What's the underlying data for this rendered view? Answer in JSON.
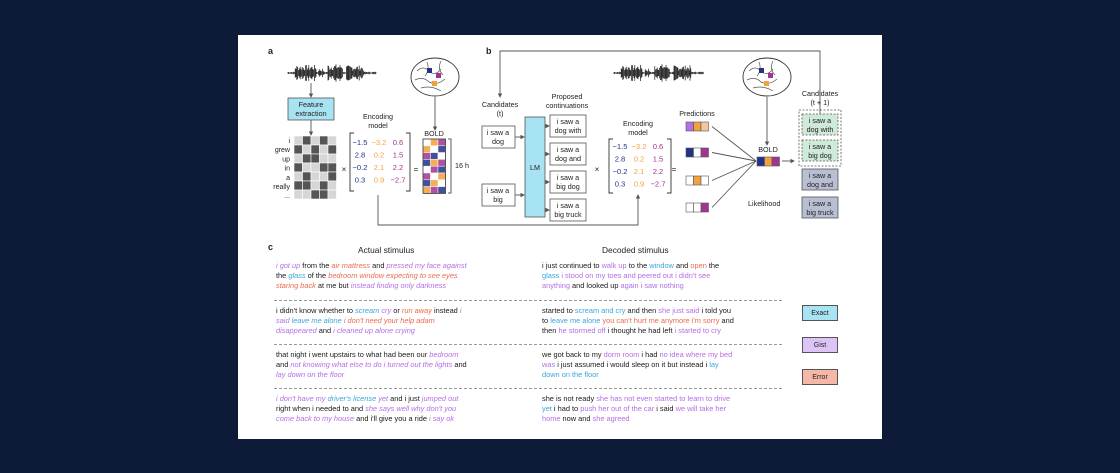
{
  "panel_labels": {
    "a": "a",
    "b": "b",
    "c": "c"
  },
  "panel_a": {
    "feature_extraction": [
      "Feature",
      "extraction"
    ],
    "encoding_model": [
      "Encoding",
      "model"
    ],
    "bold": "BOLD",
    "words": [
      "i",
      "grew",
      "up",
      "in",
      "a",
      "really",
      "..."
    ],
    "times": "×",
    "equals": "=",
    "hours": "16 h",
    "matrix": [
      [
        "−1.5",
        "−3.2",
        "0.6"
      ],
      [
        "2.8",
        "0.2",
        "1.5"
      ],
      [
        "−0.2",
        "2.1",
        "2.2"
      ],
      [
        "0.3",
        "0.9",
        "−2.7"
      ]
    ]
  },
  "panel_b": {
    "candidates": [
      "Candidates",
      "(t)"
    ],
    "proposed": [
      "Proposed",
      "continuations"
    ],
    "encoding_model": [
      "Encoding",
      "model"
    ],
    "predictions": "Predictions",
    "bold": "BOLD",
    "likelihood": "Likelihood",
    "lm": "LM",
    "times": "×",
    "equals": "=",
    "cand_boxes": [
      [
        "i saw a",
        "dog"
      ],
      [
        "i saw a",
        "big"
      ]
    ],
    "cont_boxes": [
      [
        "i saw a",
        "dog with"
      ],
      [
        "i saw a",
        "dog and"
      ],
      [
        "i saw a",
        "big dog"
      ],
      [
        "i saw a",
        "big truck"
      ]
    ],
    "next_header": [
      "Candidates",
      "(t + 1)"
    ],
    "next_boxes": [
      [
        "i saw a",
        "dog with"
      ],
      [
        "i saw a",
        "big dog"
      ],
      [
        "i saw a",
        "dog and"
      ],
      [
        "i saw a",
        "big truck"
      ]
    ],
    "matrix": [
      [
        "−1.5",
        "−3.2",
        "0.6"
      ],
      [
        "2.8",
        "0.2",
        "1.5"
      ],
      [
        "−0.2",
        "2.1",
        "2.2"
      ],
      [
        "0.3",
        "0.9",
        "−2.7"
      ]
    ]
  },
  "colors": {
    "blue": "#3aa6dd",
    "purple": "#b46ee6",
    "red": "#ea6b4d",
    "orange": "#f2a23c",
    "navy": "#22318a",
    "magenta": "#a2338e",
    "feature_box": "#a7e3f2",
    "lm_box": "#a7e3f2",
    "kept_box": "#cfead8",
    "dropped_box": "#b9bfd3",
    "background": "#0d1b38"
  },
  "panel_c": {
    "actual_header": "Actual stimulus",
    "decoded_header": "Decoded stimulus",
    "legend": [
      "Exact",
      "Gist",
      "Error"
    ],
    "rows": [
      {
        "actual": [
          [
            [
              "i got up",
              "purple"
            ],
            [
              " from the ",
              "black"
            ],
            [
              " air mattress",
              "red"
            ],
            [
              " and ",
              "black"
            ],
            [
              "pressed my face against",
              "purple"
            ]
          ],
          [
            [
              "the ",
              "black"
            ],
            [
              "glass",
              "blue"
            ],
            [
              " of the ",
              "black"
            ],
            [
              "bedroom window",
              "red"
            ],
            [
              " ",
              "black"
            ],
            [
              "expecting to see eyes",
              "red"
            ]
          ],
          [
            [
              "staring back",
              "red"
            ],
            [
              " at me but ",
              "black"
            ],
            [
              "instead finding only darkness",
              "purple"
            ]
          ]
        ],
        "decoded": [
          [
            [
              "i just continued to ",
              "black"
            ],
            [
              "walk up",
              "purple"
            ],
            [
              " to the ",
              "black"
            ],
            [
              "window",
              "blue"
            ],
            [
              " and ",
              "black"
            ],
            [
              "open",
              "red"
            ],
            [
              " the",
              "black"
            ]
          ],
          [
            [
              "glass",
              "blue"
            ],
            [
              " ",
              "black"
            ],
            [
              "i stood on my toes and peered out",
              "purple"
            ],
            [
              " ",
              "black"
            ],
            [
              "i didn't see",
              "purple"
            ]
          ],
          [
            [
              "anything",
              "purple"
            ],
            [
              " and looked up ",
              "black"
            ],
            [
              "again",
              "purple"
            ],
            [
              " ",
              "black"
            ],
            [
              "i saw nothing",
              "purple"
            ]
          ]
        ]
      },
      {
        "actual": [
          [
            [
              "i didn't know whether to ",
              "black"
            ],
            [
              "scream",
              "blue"
            ],
            [
              " ",
              "black"
            ],
            [
              "cry",
              "purple"
            ],
            [
              " or ",
              "black"
            ],
            [
              "run away",
              "red"
            ],
            [
              " instead ",
              "black"
            ],
            [
              "i",
              "purple"
            ]
          ],
          [
            [
              "said",
              "purple"
            ],
            [
              " ",
              "black"
            ],
            [
              "leave me alone",
              "blue"
            ],
            [
              " ",
              "black"
            ],
            [
              "i don't need your help adam",
              "red"
            ]
          ],
          [
            [
              "disappeared",
              "purple"
            ],
            [
              " and ",
              "black"
            ],
            [
              "i cleaned up alone",
              "purple"
            ],
            [
              " ",
              "black"
            ],
            [
              "crying",
              "purple"
            ]
          ]
        ],
        "decoded": [
          [
            [
              "started to ",
              "black"
            ],
            [
              "scream and cry",
              "blue"
            ],
            [
              " and then ",
              "black"
            ],
            [
              "she just said",
              "purple"
            ],
            [
              " i told you",
              "black"
            ]
          ],
          [
            [
              "to ",
              "black"
            ],
            [
              "leave me alone",
              "blue"
            ],
            [
              " ",
              "black"
            ],
            [
              "you can't hurt me anymore i'm sorry",
              "red"
            ],
            [
              " and",
              "black"
            ]
          ],
          [
            [
              "then ",
              "black"
            ],
            [
              "he stormed off",
              "purple"
            ],
            [
              " i thought he had left ",
              "black"
            ],
            [
              "i started to cry",
              "purple"
            ]
          ]
        ]
      },
      {
        "actual": [
          [
            [
              "that night i went upstairs to what had been our ",
              "black"
            ],
            [
              "bedroom",
              "purple"
            ]
          ],
          [
            [
              "and ",
              "black"
            ],
            [
              "not knowing what else to do i turned out the lights",
              "purple"
            ],
            [
              " and",
              "black"
            ]
          ],
          [
            [
              "lay down on the floor",
              "purple"
            ]
          ]
        ],
        "decoded": [
          [
            [
              "we got back to my ",
              "black"
            ],
            [
              "dorm room",
              "purple"
            ],
            [
              " i had ",
              "black"
            ],
            [
              "no idea where my bed",
              "purple"
            ]
          ],
          [
            [
              "was",
              "purple"
            ],
            [
              " ",
              "black"
            ],
            [
              "i just assumed i would sleep on it but instead i",
              "black"
            ],
            [
              " ",
              "black"
            ],
            [
              "lay",
              "blue"
            ]
          ],
          [
            [
              "down on the floor",
              "blue"
            ]
          ]
        ]
      },
      {
        "actual": [
          [
            [
              "i don't have my ",
              "purple"
            ],
            [
              "driver's license",
              "blue"
            ],
            [
              " yet",
              "purple"
            ],
            [
              " and i just ",
              "black"
            ],
            [
              "jumped out",
              "purple"
            ]
          ],
          [
            [
              "right when i needed to and ",
              "black"
            ],
            [
              "she says well why don't you",
              "purple"
            ]
          ],
          [
            [
              "come back to my house",
              "purple"
            ],
            [
              " and i'll give you a ride ",
              "black"
            ],
            [
              "i say ok",
              "purple"
            ]
          ]
        ],
        "decoded": [
          [
            [
              "she is not ready ",
              "black"
            ],
            [
              "she has not even started to learn to drive",
              "purple"
            ]
          ],
          [
            [
              "yet",
              "blue"
            ],
            [
              " i had to ",
              "black"
            ],
            [
              "push her out of the car",
              "purple"
            ],
            [
              " i said ",
              "black"
            ],
            [
              "we will take her",
              "purple"
            ]
          ],
          [
            [
              "home",
              "purple"
            ],
            [
              " now and ",
              "black"
            ],
            [
              "she agreed",
              "purple"
            ]
          ]
        ]
      }
    ]
  }
}
